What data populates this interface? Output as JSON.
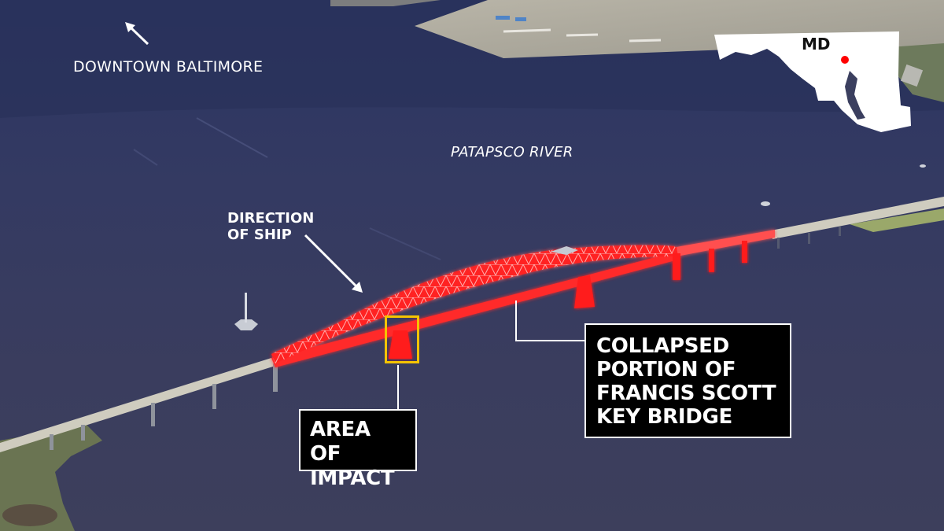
{
  "map": {
    "type": "aerial-annotated-map",
    "labels": {
      "downtown": "DOWNTOWN BALTIMORE",
      "river": "PATAPSCO RIVER",
      "direction_line1": "DIRECTION",
      "direction_line2": "OF SHIP"
    },
    "callouts": {
      "impact": {
        "lines": [
          "AREA OF",
          "IMPACT"
        ]
      },
      "collapsed": {
        "lines": [
          "COLLAPSED",
          "PORTION OF",
          "FRANCIS SCOTT",
          "KEY BRIDGE"
        ]
      }
    },
    "inset": {
      "state_abbrev": "MD",
      "marker_color": "#ff0000"
    },
    "colors": {
      "water": "#2f3559",
      "bridge_highlight": "#ff1a1a",
      "impact_box": "#f5c400",
      "callout_bg": "#000000",
      "callout_text": "#ffffff"
    },
    "icons": [
      "arrow-up-left-icon",
      "arrow-down-right-icon"
    ]
  }
}
